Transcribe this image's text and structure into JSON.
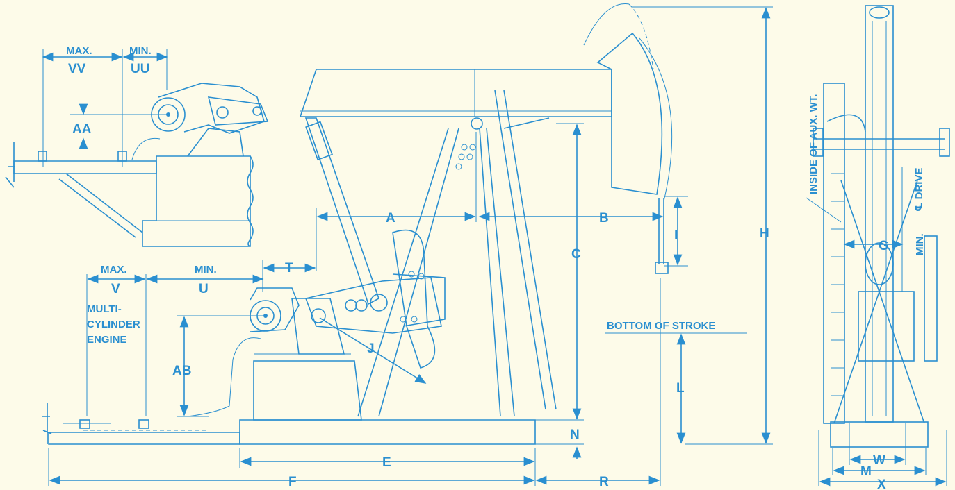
{
  "labels": {
    "max_top": "MAX.",
    "vv": "VV",
    "min_top": "MIN.",
    "uu": "UU",
    "aa": "AA",
    "a": "A",
    "b": "B",
    "c": "C",
    "i": "I",
    "h": "H",
    "t": "T",
    "max_low": "MAX.",
    "v": "V",
    "min_low": "MIN.",
    "u": "U",
    "multi_1": "MULTI-",
    "multi_2": "CYLINDER",
    "multi_3": "ENGINE",
    "ab": "AB",
    "j": "J",
    "bottom_of_stroke": "BOTTOM OF STROKE",
    "l": "L",
    "n": "N",
    "e": "E",
    "f": "F",
    "r": "R",
    "inside_aux": "INSIDE OF AUX. WT.",
    "cl_drive": "℄ DRIVE",
    "g": "G",
    "min_side": "MIN.",
    "w": "W",
    "m": "M",
    "x": "X"
  },
  "colors": {
    "ink": "#2a8fd0",
    "paper": "#fdfbe9"
  }
}
